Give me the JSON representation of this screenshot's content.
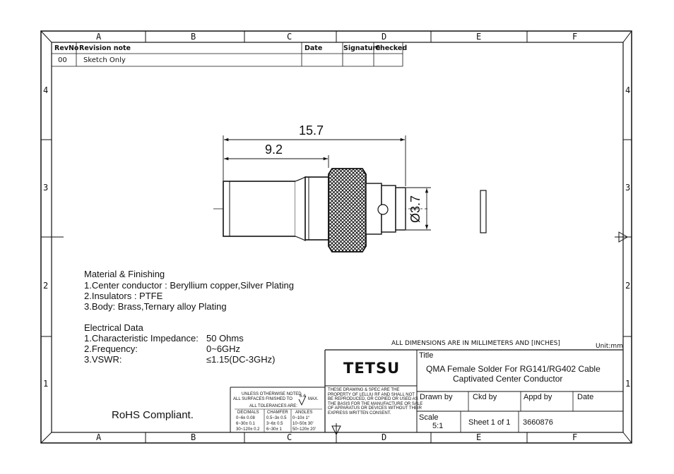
{
  "border": {
    "columns": [
      "A",
      "B",
      "C",
      "D",
      "E",
      "F"
    ],
    "rows": [
      "4",
      "3",
      "2",
      "1"
    ]
  },
  "revision_table": {
    "headers": {
      "rev": "RevNo",
      "note": "Revision note",
      "date": "Date",
      "signature": "Signature",
      "checked": "Checked"
    },
    "rows": [
      {
        "rev": "00",
        "note": "Sketch Only",
        "date": "",
        "signature": "",
        "checked": ""
      }
    ]
  },
  "dimensions": {
    "overall_length": "15.7",
    "partial_length": "9.2",
    "diameter": "Ø3.7"
  },
  "notes": {
    "material_title": "Material & Finishing",
    "material_lines": [
      "1.Center conductor : Beryllium copper,Silver Plating",
      "2.Insulators  :  PTFE",
      "3.Body: Brass,Ternary alloy Plating"
    ],
    "electrical_title": "Electrical Data",
    "electrical_rows": [
      {
        "label": "1.Characteristic Impedance:",
        "value": "50 Ohms"
      },
      {
        "label": "2.Frequency:",
        "value": "0~6GHz"
      },
      {
        "label": "3.VSWR:",
        "value": "≤1.15(DC-3GHz)"
      }
    ],
    "rohs": "RoHS Compliant."
  },
  "tolerance": {
    "line1": "Unless otherwise noted",
    "line2": "All surfaces finished to",
    "finish_value": "6.4",
    "finish_suffix": "max.",
    "line3": "All tolerances are:",
    "columns": [
      {
        "header": "Decimals",
        "rows": [
          "0~6± 0.08",
          "6~30± 0.1",
          "30~120± 0.2"
        ]
      },
      {
        "header": "Chamfer",
        "rows": [
          "0.5~3± 0.5",
          "3~6± 0.5",
          "6~30± 1"
        ]
      },
      {
        "header": "Angles",
        "rows": [
          "0~10± 1°",
          "10~50± 30'",
          "50~120± 20'"
        ]
      }
    ]
  },
  "title_block": {
    "units_note": "All dimensions are in millimeters and [inches]",
    "unit": "Unit:mm",
    "company": "TETSU",
    "title_label": "Title",
    "title_lines": [
      "QMA  Female  Solder For RG141/RG402 Cable",
      "Captivated Center Conductor"
    ],
    "disclaimer": [
      "These drawing & spec are the",
      "property of lelliu rf and shall not",
      "be reproduced, or copied or used as",
      "the basis for the manufacture or sale",
      "of apparatus or devices without their",
      "express written consent."
    ],
    "drawn_by": "Drawn by",
    "ckd_by": "Ckd by",
    "appd_by": "Appd by",
    "date": "Date",
    "scale_label": "Scale",
    "scale_value": "5:1",
    "sheet": "Sheet 1 of 1",
    "drawing_no": "3660876"
  }
}
